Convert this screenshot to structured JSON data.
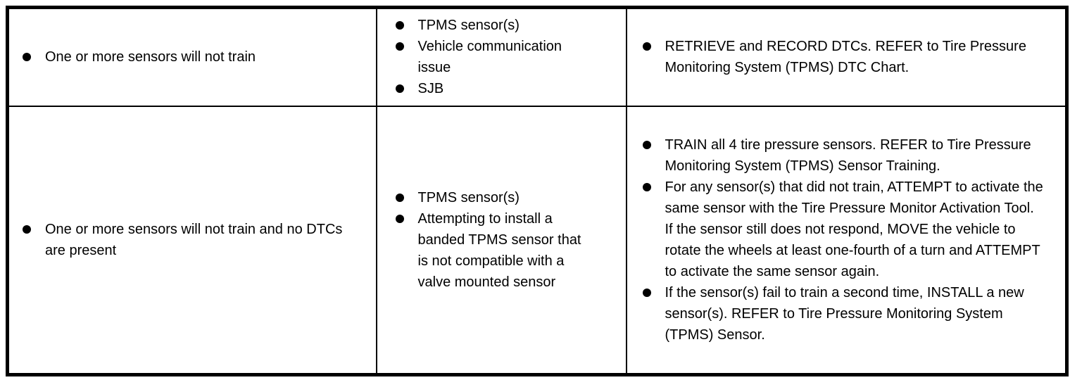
{
  "table": {
    "description": "TPMS diagnostic chart fragment",
    "colors": {
      "border": "#000000",
      "background": "#ffffff",
      "text": "#000000"
    },
    "bullet_glyph": "filled-circle",
    "rows": [
      {
        "symptom": [
          "One or more sensors will not train"
        ],
        "sources": [
          "TPMS sensor(s)",
          "Vehicle communication issue",
          "SJB"
        ],
        "actions": [
          "RETRIEVE and RECORD DTCs. REFER to Tire Pressure Monitoring System (TPMS) DTC Chart."
        ]
      },
      {
        "symptom": [
          "One or more sensors will not train and no DTCs are present"
        ],
        "sources": [
          "TPMS sensor(s)",
          "Attempting to install a banded TPMS sensor that is not compatible with a valve mounted sensor"
        ],
        "actions": [
          "TRAIN all 4 tire pressure sensors. REFER to Tire Pressure Monitoring System (TPMS) Sensor Training.",
          "For any sensor(s) that did not train, ATTEMPT to activate the same sensor with the Tire Pressure Monitor Activation Tool. If the sensor still does not respond, MOVE the vehicle to rotate the wheels at least one-fourth of a turn and ATTEMPT to activate the same sensor again.",
          "If the sensor(s) fail to train a second time, INSTALL a new sensor(s). REFER to Tire Pressure Monitoring System (TPMS) Sensor."
        ]
      }
    ]
  }
}
